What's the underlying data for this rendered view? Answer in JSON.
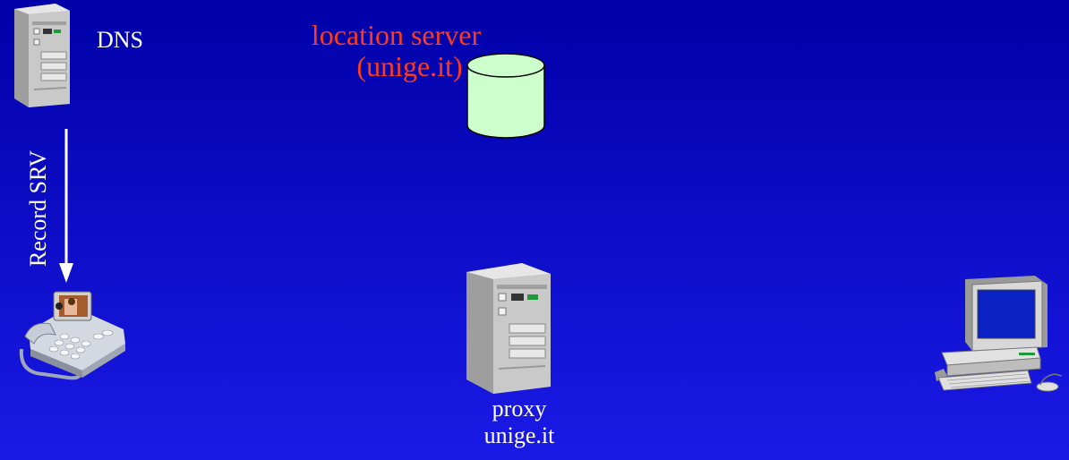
{
  "dns": {
    "label": "DNS"
  },
  "location_server": {
    "line1": "location server",
    "line2": "(unige.it)"
  },
  "dns_record": {
    "label": "Record SRV"
  },
  "proxy": {
    "line1": "proxy",
    "line2": "unige.it"
  },
  "colors": {
    "background_top": "#0000a8",
    "background_bottom": "#1a1ae6",
    "label_white": "#ffffff",
    "label_red": "#ff3b1f",
    "database_fill": "#ccffcc"
  }
}
